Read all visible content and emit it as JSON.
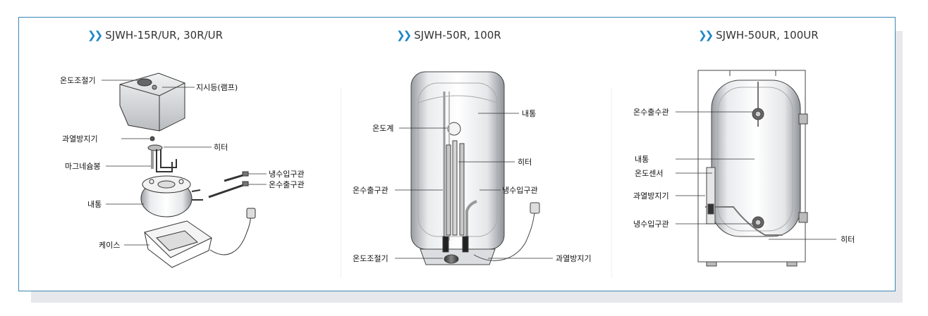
{
  "accent_color": "#1f86c8",
  "border_color": "#3b87b4",
  "panels": [
    {
      "title": "SJWH-15R/UR, 30R/UR",
      "labels": {
        "thermostat": "온도조절기",
        "indicator": "지시등(램프)",
        "overheat": "과열방지기",
        "heater": "히터",
        "magnesium": "마그네슘봉",
        "cold_pipe": "냉수입구관",
        "hot_pipe": "온수출구관",
        "inner_tank": "내통",
        "case": "케이스"
      }
    },
    {
      "title": "SJWH-50R, 100R",
      "labels": {
        "inner_tank": "내통",
        "thermometer": "온도계",
        "heater": "히터",
        "hot_pipe": "온수출구관",
        "cold_pipe": "냉수입구관",
        "thermostat": "온도조절기",
        "overheat": "과열방지기"
      }
    },
    {
      "title": "SJWH-50UR, 100UR",
      "labels": {
        "hot_pipe": "온수출수관",
        "inner_tank": "내통",
        "temp_sensor": "온도센서",
        "overheat": "과열방지기",
        "cold_pipe": "냉수입구관",
        "heater": "히터"
      }
    }
  ]
}
